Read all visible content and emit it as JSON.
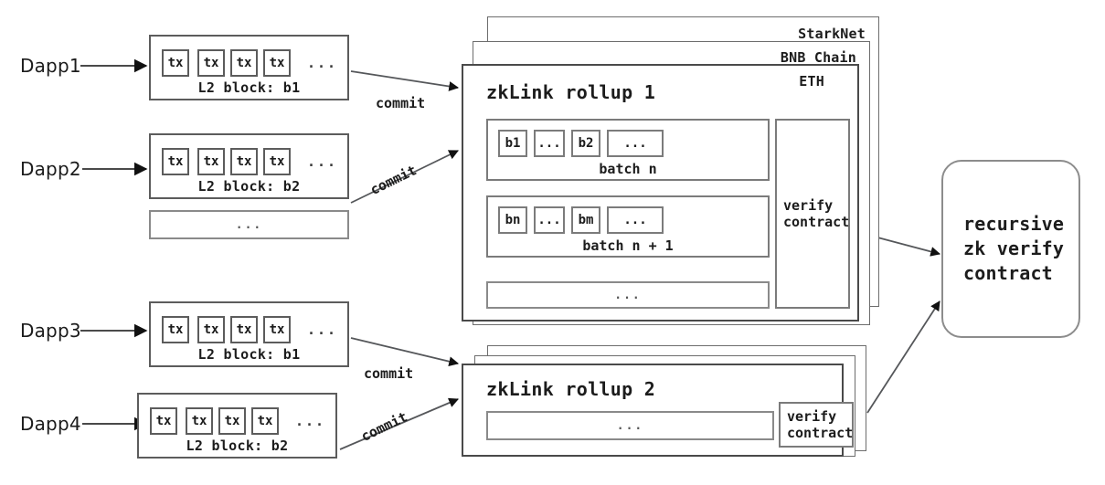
{
  "diagram": {
    "title": "zkLink multi-chain rollup architecture",
    "stroke_dark": "#4a4a4a",
    "stroke_mid": "#7b7b7b",
    "stroke_light": "#8c8c8c",
    "background": "#ffffff",
    "text_color": "#1c1c1c"
  },
  "dapps": [
    {
      "label": "Dapp1"
    },
    {
      "label": "Dapp2"
    },
    {
      "label": "Dapp3"
    },
    {
      "label": "Dapp4"
    }
  ],
  "l2_blocks": [
    {
      "caption": "L2 block: b1",
      "tx_label": "tx",
      "tx_count": 4,
      "dots": "..."
    },
    {
      "caption": "L2 block: b2",
      "tx_label": "tx",
      "tx_count": 4,
      "dots": "..."
    },
    {
      "caption": "L2 block: b1",
      "tx_label": "tx",
      "tx_count": 4,
      "dots": "..."
    },
    {
      "caption": "L2 block: b2",
      "tx_label": "tx",
      "tx_count": 4,
      "dots": "..."
    }
  ],
  "extra_block_placeholder": {
    "dots": "..."
  },
  "commit_labels": [
    {
      "text": "commit"
    },
    {
      "text": "commit"
    },
    {
      "text": "commit"
    },
    {
      "text": "commit"
    }
  ],
  "rollup1": {
    "title": "zkLink rollup 1",
    "chain_layers": [
      {
        "name": "StarkNet"
      },
      {
        "name": "BNB Chain"
      },
      {
        "name": "ETH"
      }
    ],
    "batches": [
      {
        "caption": "batch n",
        "cells": [
          {
            "text": "b1",
            "wide": false
          },
          {
            "text": "...",
            "wide": false
          },
          {
            "text": "b2",
            "wide": false
          },
          {
            "text": "...",
            "wide": true
          }
        ]
      },
      {
        "caption": "batch n + 1",
        "cells": [
          {
            "text": "bn",
            "wide": false
          },
          {
            "text": "...",
            "wide": false
          },
          {
            "text": "bm",
            "wide": false
          },
          {
            "text": "...",
            "wide": true
          }
        ]
      }
    ],
    "more_batches_placeholder": {
      "dots": "..."
    },
    "verify_contract": {
      "text": "verify\ncontract"
    }
  },
  "rollup2": {
    "title": "zkLink rollup 2",
    "layer_count": 3,
    "more_batches_placeholder": {
      "dots": "..."
    },
    "verify_contract": {
      "text": "verify\ncontract"
    }
  },
  "recursive_contract": {
    "text": "recursive\nzk verify\ncontract"
  }
}
